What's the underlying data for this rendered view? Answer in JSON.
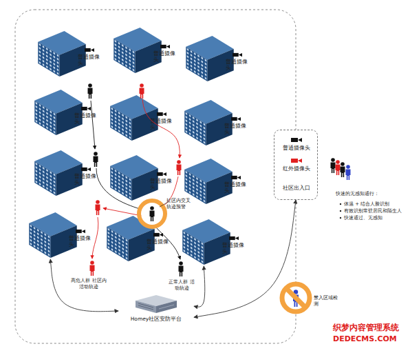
{
  "diagram": {
    "nodes": [
      {
        "text": [
          "普通摄像头"
        ]
      },
      {
        "text": [
          "普通摄像头"
        ]
      },
      {
        "text": [
          "普通摄像头"
        ]
      },
      {
        "text": [
          "普通摄像头"
        ]
      },
      {
        "text": [
          "普通摄像头"
        ]
      },
      {
        "text": [
          "普通摄像头"
        ]
      },
      {
        "text": [
          "普通摄像头"
        ]
      },
      {
        "text": [
          "普通摄像头"
        ]
      },
      {
        "text": [
          "普通摄像头"
        ]
      },
      {
        "text": [
          "普通摄像头"
        ]
      },
      {
        "text": [
          "普通摄像头"
        ]
      },
      {
        "text": [
          "普通摄像头"
        ]
      },
      {
        "text": [
          "社区出入口"
        ]
      },
      {
        "text": [
          "Homey社区安防平台"
        ]
      }
    ],
    "edges": [
      {
        "from": 13,
        "to": 9,
        "arrow": "both"
      },
      {
        "from": 13,
        "to": 11,
        "arrow": "both"
      },
      {
        "from": 13,
        "to": 12,
        "arrow": "both"
      }
    ],
    "labels": [
      "社区内交叉 轨迹预警",
      "高危人群 社区内活动轨迹",
      "正常人群 活动轨迹",
      "快速的无感知通行：",
      "体温 + 结合人脸识别",
      "有效识别常驻居民和陌生人",
      "快速通过、无感知",
      "禁入区域检测",
      "织梦内容管理系统",
      "DEDECMS.COM"
    ],
    "legend": [
      {
        "text": "普通摄像头"
      },
      {
        "text": "红外摄像头"
      }
    ]
  }
}
